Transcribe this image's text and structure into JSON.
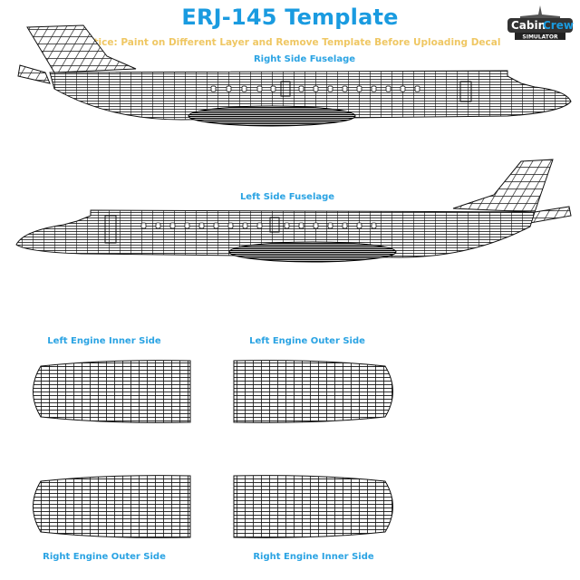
{
  "header": {
    "title": "ERJ-145 Template",
    "notice": "Notice: Paint on Different Layer and Remove Template Before Uploading Decal"
  },
  "logo": {
    "text_main": "CabinCrew",
    "text_sub": "SIMULATOR"
  },
  "sections": {
    "right_fuselage": "Right Side Fuselage",
    "left_fuselage": "Left Side Fuselage",
    "left_engine_inner": "Left Engine Inner Side",
    "left_engine_outer": "Left Engine Outer Side",
    "right_engine_outer": "Right Engine Outer Side",
    "right_engine_inner": "Right Engine Inner Side"
  },
  "colors": {
    "title": "#1a9be0",
    "notice": "#efc763",
    "label": "#2aa3e3",
    "mesh": "#111111"
  }
}
